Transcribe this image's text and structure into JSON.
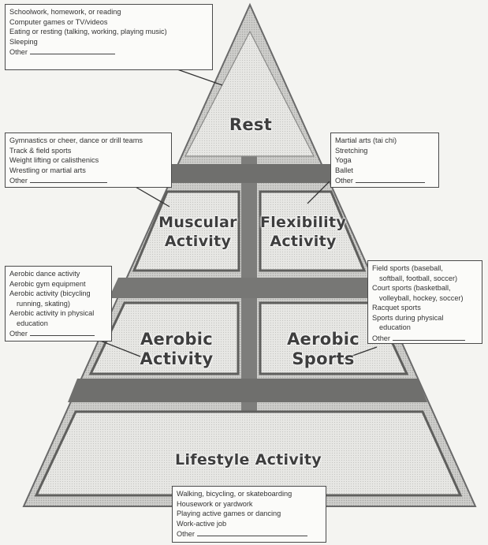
{
  "pyramid": {
    "levels": {
      "rest": "Rest",
      "muscular": [
        "Muscular",
        "Activity"
      ],
      "flexibility": [
        "Flexibility",
        "Activity"
      ],
      "aerobic_activity": [
        "Aerobic",
        "Activity"
      ],
      "aerobic_sports": [
        "Aerobic",
        "Sports"
      ],
      "lifestyle": "Lifestyle Activity"
    }
  },
  "boxes": {
    "rest": [
      "Schoolwork, homework, or reading",
      "Computer games or TV/videos",
      "Eating or resting (talking, working, playing music)",
      "Sleeping",
      "Other"
    ],
    "muscular": [
      "Gymnastics or cheer, dance or drill teams",
      "Track & field sports",
      "Weight lifting or calisthenics",
      "Wrestling or martial arts",
      "Other"
    ],
    "flexibility": [
      "Martial arts (tai chi)",
      "Stretching",
      "Yoga",
      "Ballet",
      "Other"
    ],
    "aerobic_activity": [
      "Aerobic dance activity",
      "Aerobic gym equipment",
      "Aerobic activity (bicycling",
      "running, skating)",
      "Aerobic activity in physical",
      "education",
      "Other"
    ],
    "aerobic_sports": [
      "Field sports (baseball,",
      "softball, football, soccer)",
      "Court sports (basketball,",
      "volleyball, hockey, soccer)",
      "Racquet sports",
      "Sports during physical",
      "education",
      "Other"
    ],
    "lifestyle": [
      "Walking, bicycling, or skateboarding",
      "Housework or yardwork",
      "Playing active games or dancing",
      "Work-active job",
      "Other"
    ]
  }
}
